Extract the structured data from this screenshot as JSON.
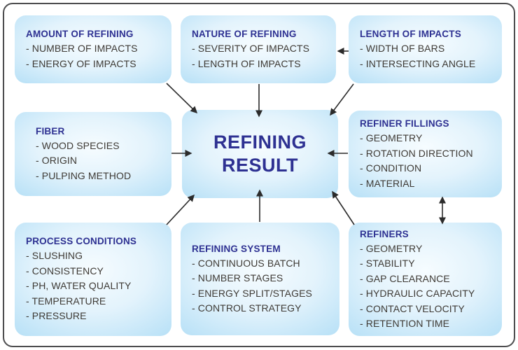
{
  "diagram": {
    "center": {
      "title_lines": [
        "REFINING",
        "RESULT"
      ]
    },
    "boxes": [
      {
        "id": "amount-of-refining",
        "title": "AMOUNT OF REFINING",
        "items": [
          "- NUMBER OF IMPACTS",
          "- ENERGY OF IMPACTS"
        ]
      },
      {
        "id": "nature-of-refining",
        "title": "NATURE OF REFINING",
        "items": [
          "- SEVERITY OF IMPACTS",
          "- LENGTH OF IMPACTS"
        ]
      },
      {
        "id": "length-of-impacts",
        "title": "LENGTH OF IMPACTS",
        "items": [
          "- WIDTH OF BARS",
          "- INTERSECTING ANGLE"
        ]
      },
      {
        "id": "fiber",
        "title": "FIBER",
        "items": [
          "- WOOD SPECIES",
          "- ORIGIN",
          "- PULPING METHOD"
        ]
      },
      {
        "id": "refiner-fillings",
        "title": "REFINER FILLINGS",
        "items": [
          "- GEOMETRY",
          "- ROTATION DIRECTION",
          "- CONDITION",
          "- MATERIAL"
        ]
      },
      {
        "id": "process-conditions",
        "title": "PROCESS CONDITIONS",
        "items": [
          "- SLUSHING",
          "- CONSISTENCY",
          "- PH, WATER QUALITY",
          "- TEMPERATURE",
          "- PRESSURE"
        ]
      },
      {
        "id": "refining-system",
        "title": "REFINING SYSTEM",
        "items": [
          "- CONTINUOUS BATCH",
          "- NUMBER STAGES",
          "- ENERGY SPLIT/STAGES",
          "- CONTROL STRATEGY"
        ]
      },
      {
        "id": "refiners",
        "title": "REFINERS",
        "items": [
          "- GEOMETRY",
          "- STABILITY",
          "- GAP CLEARANCE",
          "- HYDRAULIC CAPACITY",
          "- CONTACT VELOCITY",
          "- RETENTION TIME"
        ]
      }
    ],
    "colors": {
      "heading": "#2e3192",
      "body": "#3e3a35",
      "arrow": "#2b2b2b",
      "frame_border": "#4d4d4f",
      "box_edge": "#a4d8f2",
      "box_center": "#f6fcff"
    }
  }
}
